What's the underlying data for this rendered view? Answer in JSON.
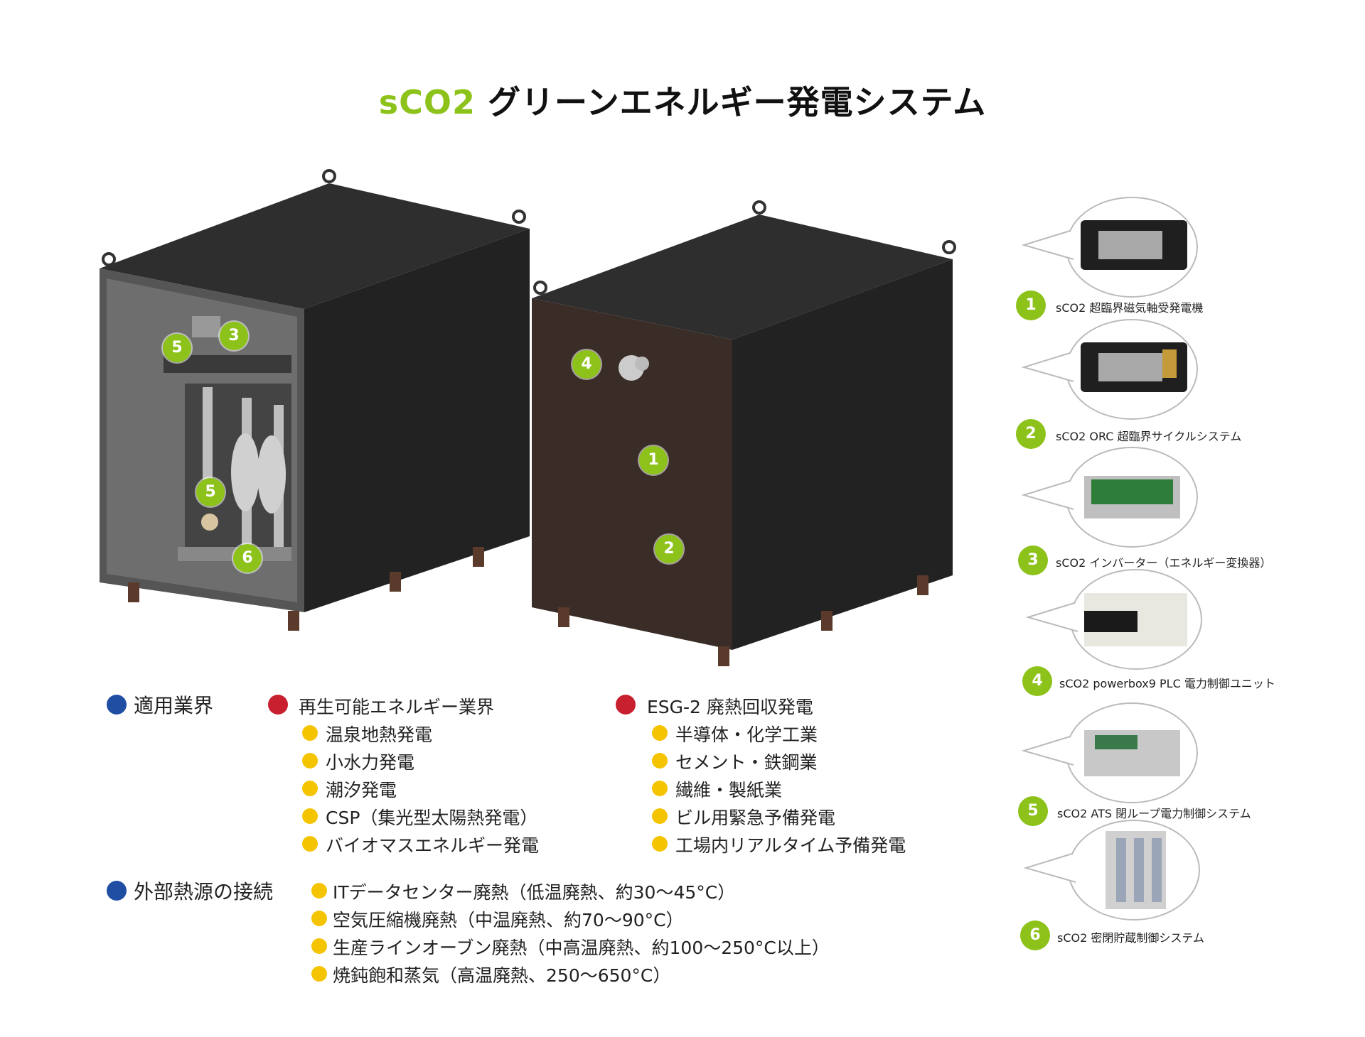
{
  "title": {
    "accent": "sCO2",
    "rest": "グリーンエネルギー発電システム"
  },
  "unit_left_badges": [
    "5",
    "3",
    "5",
    "6"
  ],
  "unit_right_badges": [
    "4",
    "1",
    "2"
  ],
  "components": [
    {
      "num": "1",
      "label": "sCO2 超臨界磁気軸受発電機",
      "icon": "generator-module-image"
    },
    {
      "num": "2",
      "label": "sCO2 ORC 超臨界サイクルシステム",
      "icon": "orc-module-image"
    },
    {
      "num": "3",
      "label": "sCO2 インバーター（エネルギー変換器）",
      "icon": "inverter-board-image"
    },
    {
      "num": "4",
      "label": "sCO2 powerbox9 PLC 電力制御ユニット",
      "icon": "plc-unit-image"
    },
    {
      "num": "5",
      "label": "sCO2 ATS 閉ループ電力制御システム",
      "icon": "ats-chassis-image"
    },
    {
      "num": "6",
      "label": "sCO2 密閉貯蔵制御システム",
      "icon": "storage-tank-image"
    }
  ],
  "industries": {
    "heading": "適用業界",
    "renewable": {
      "heading": "再生可能エネルギー業界",
      "items": [
        "温泉地熱発電",
        "小水力発電",
        "潮汐発電",
        "CSP（集光型太陽熱発電）",
        "バイオマスエネルギー発電"
      ]
    },
    "esg": {
      "heading": "ESG-2 廃熱回収発電",
      "items": [
        "半導体・化学工業",
        "セメント・鉄鋼業",
        "繊維・製紙業",
        "ビル用緊急予備発電",
        "工場内リアルタイム予備発電"
      ]
    }
  },
  "heat_sources": {
    "heading": "外部熱源の接続",
    "items": [
      "ITデータセンター廃熱（低温廃熱、約30〜45°C）",
      "空気圧縮機廃熱（中温廃熱、約70〜90°C）",
      "生産ラインオーブン廃熱（中高温廃熱、約100〜250°C以上）",
      "焼鈍飽和蒸気（高温廃熱、250〜650°C）"
    ]
  },
  "colors": {
    "accent": "#8cc21a",
    "blue": "#1f4ea3",
    "red": "#c8202f",
    "yellow": "#f5c400",
    "cabinet": "#2a2a2a"
  }
}
